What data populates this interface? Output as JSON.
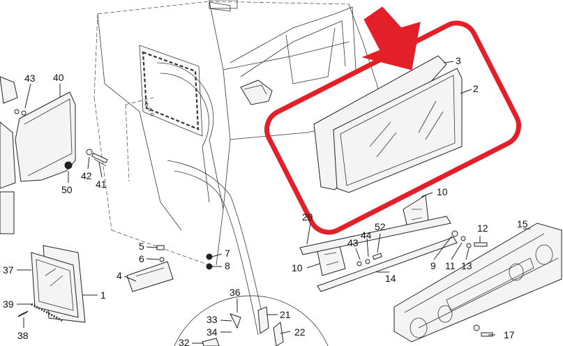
{
  "diagram": {
    "callouts": [
      {
        "id": "c1",
        "text": "1"
      },
      {
        "id": "c2",
        "text": "2"
      },
      {
        "id": "c3",
        "text": "3"
      },
      {
        "id": "c4",
        "text": "4"
      },
      {
        "id": "c5",
        "text": "5"
      },
      {
        "id": "c6",
        "text": "6"
      },
      {
        "id": "c7",
        "text": "7"
      },
      {
        "id": "c8",
        "text": "8"
      },
      {
        "id": "c9",
        "text": "9"
      },
      {
        "id": "c10a",
        "text": "10"
      },
      {
        "id": "c10b",
        "text": "10"
      },
      {
        "id": "c11",
        "text": "11"
      },
      {
        "id": "c12",
        "text": "12"
      },
      {
        "id": "c13",
        "text": "13"
      },
      {
        "id": "c14",
        "text": "14"
      },
      {
        "id": "c15",
        "text": "15"
      },
      {
        "id": "c17",
        "text": "17"
      },
      {
        "id": "c21",
        "text": "21"
      },
      {
        "id": "c22",
        "text": "22"
      },
      {
        "id": "c29",
        "text": "29"
      },
      {
        "id": "c32",
        "text": "32"
      },
      {
        "id": "c33",
        "text": "33"
      },
      {
        "id": "c34",
        "text": "34"
      },
      {
        "id": "c36",
        "text": "36"
      },
      {
        "id": "c37",
        "text": "37"
      },
      {
        "id": "c38",
        "text": "38"
      },
      {
        "id": "c39",
        "text": "39"
      },
      {
        "id": "c40",
        "text": "40"
      },
      {
        "id": "c41",
        "text": "41"
      },
      {
        "id": "c42",
        "text": "42"
      },
      {
        "id": "c43a",
        "text": "43"
      },
      {
        "id": "c43b",
        "text": "43"
      },
      {
        "id": "c44",
        "text": "44"
      },
      {
        "id": "c50",
        "text": "50"
      },
      {
        "id": "c52",
        "text": "52"
      }
    ],
    "colors": {
      "highlight": "#e3202a",
      "line": "#222222",
      "background": "#ffffff"
    },
    "icons": {
      "pointer": "down-arrow-icon"
    }
  }
}
